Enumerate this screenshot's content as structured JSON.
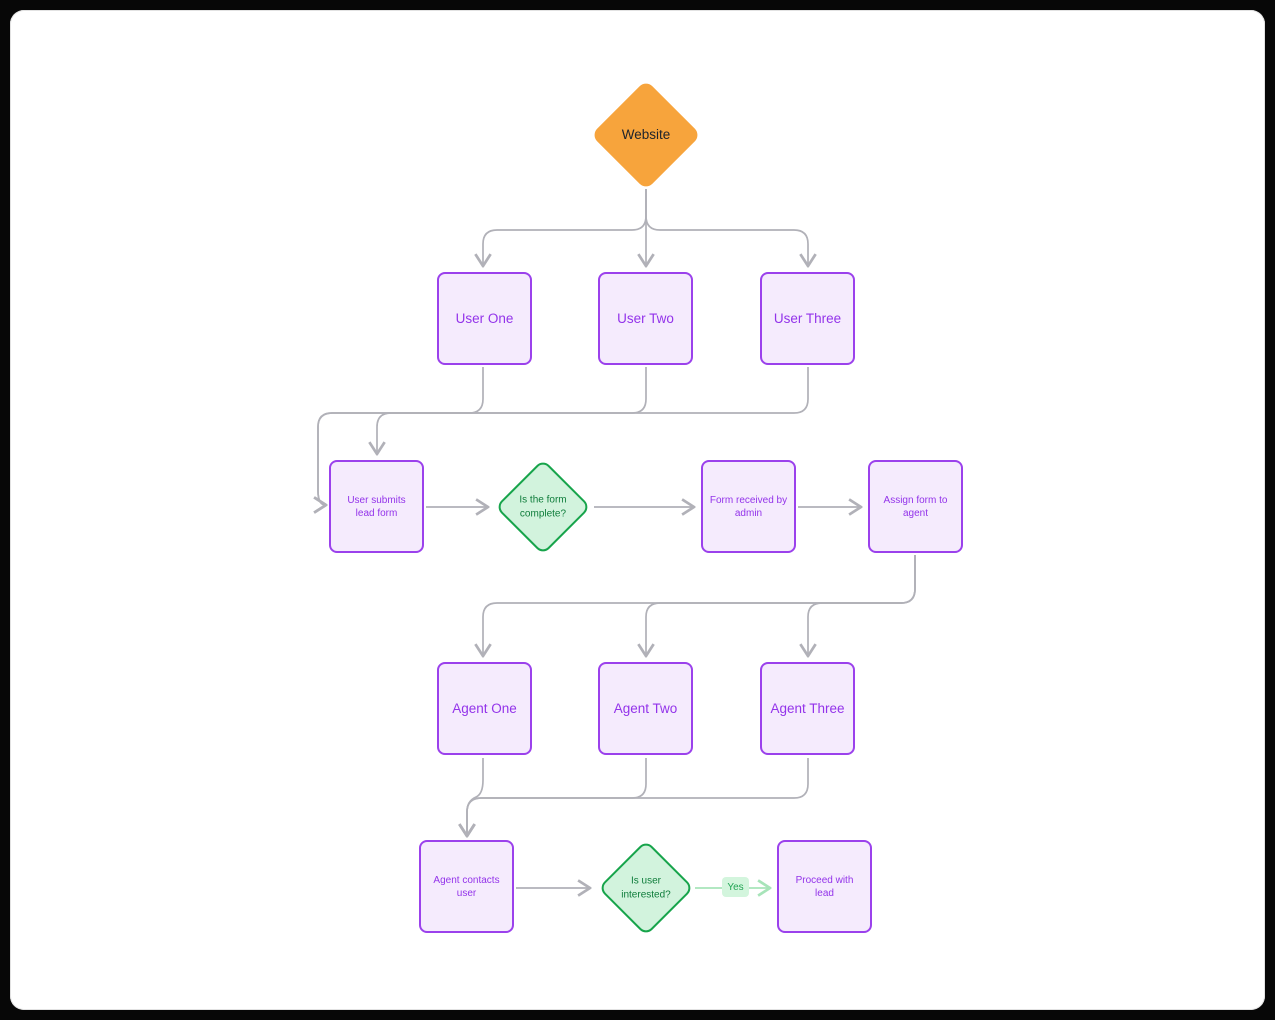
{
  "palette": {
    "canvas_bg": "#ffffff",
    "frame_color": "#070707",
    "orange_fill": "#f7a43c",
    "dark_text": "#20242c",
    "purple_fill": "#f5ebfd",
    "purple_border": "#9b41ec",
    "purple_text": "#9333ea",
    "green_fill": "#d2f3dd",
    "green_border": "#17a44b",
    "green_text": "#0e7c3a",
    "edge_gray": "#b1b1b8",
    "edge_green": "#a7e4b9",
    "yes_bg": "#d3f5dd",
    "yes_text": "#21a453"
  },
  "nodes": {
    "website": {
      "label": "Website",
      "shape": "diamond",
      "color": "orange"
    },
    "user_one": {
      "label": "User One",
      "shape": "rect",
      "color": "purple"
    },
    "user_two": {
      "label": "User Two",
      "shape": "rect",
      "color": "purple"
    },
    "user_three": {
      "label": "User Three",
      "shape": "rect",
      "color": "purple"
    },
    "submit_form": {
      "label": "User submits lead form",
      "shape": "rect",
      "color": "purple"
    },
    "form_complete": {
      "label": "Is the form complete?",
      "shape": "diamond",
      "color": "green"
    },
    "form_received": {
      "label": "Form received by admin",
      "shape": "rect",
      "color": "purple"
    },
    "assign_form": {
      "label": "Assign form to agent",
      "shape": "rect",
      "color": "purple"
    },
    "agent_one": {
      "label": "Agent One",
      "shape": "rect",
      "color": "purple"
    },
    "agent_two": {
      "label": "Agent Two",
      "shape": "rect",
      "color": "purple"
    },
    "agent_three": {
      "label": "Agent Three",
      "shape": "rect",
      "color": "purple"
    },
    "agent_contacts": {
      "label": "Agent contacts user",
      "shape": "rect",
      "color": "purple"
    },
    "user_interested": {
      "label": "Is user interested?",
      "shape": "diamond",
      "color": "green"
    },
    "proceed": {
      "label": "Proceed with lead",
      "shape": "rect",
      "color": "purple"
    }
  },
  "edge_labels": {
    "yes": "Yes"
  }
}
